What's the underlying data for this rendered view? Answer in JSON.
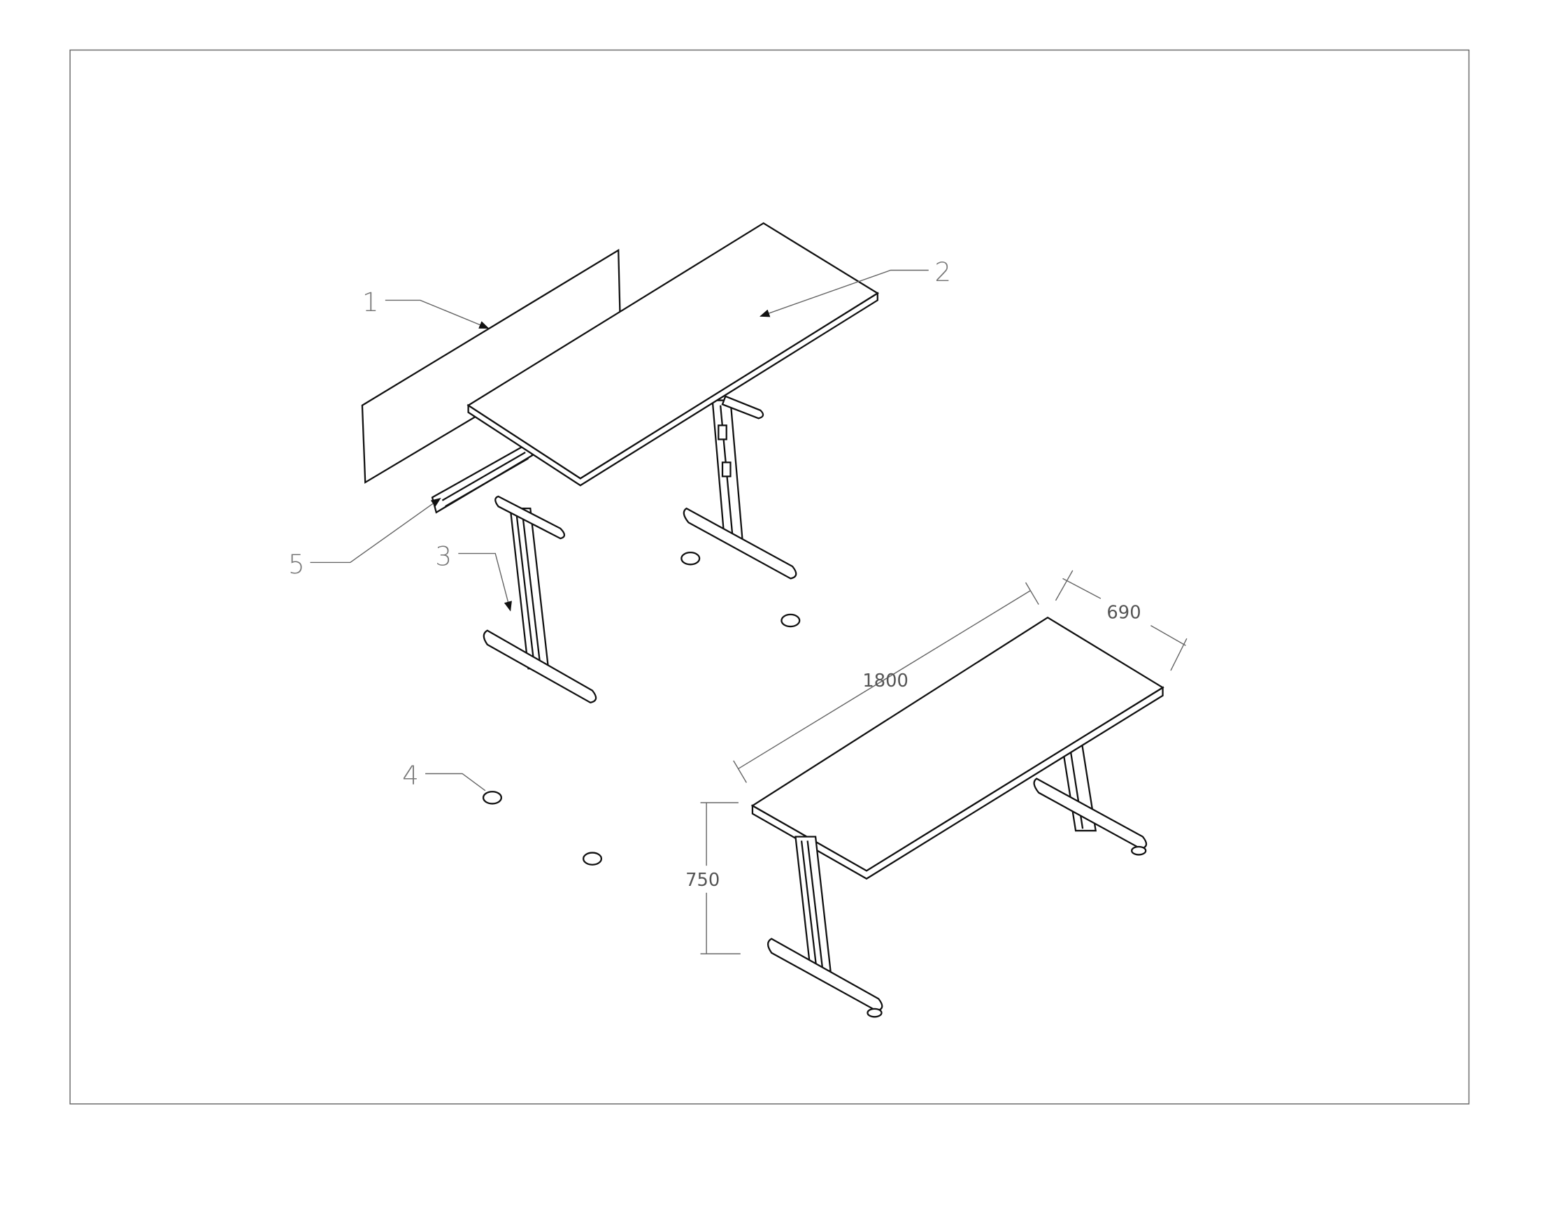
{
  "drawing": {
    "title": "Exploded and assembled isometric view of desk",
    "part_labels": {
      "p1": "1",
      "p2": "2",
      "p3": "3",
      "p4": "4",
      "p5": "5"
    },
    "dimensions": {
      "length": "1800",
      "depth": "690",
      "height": "750"
    },
    "colors": {
      "line": "#111111",
      "label": "#777777",
      "background": "#ffffff"
    }
  }
}
